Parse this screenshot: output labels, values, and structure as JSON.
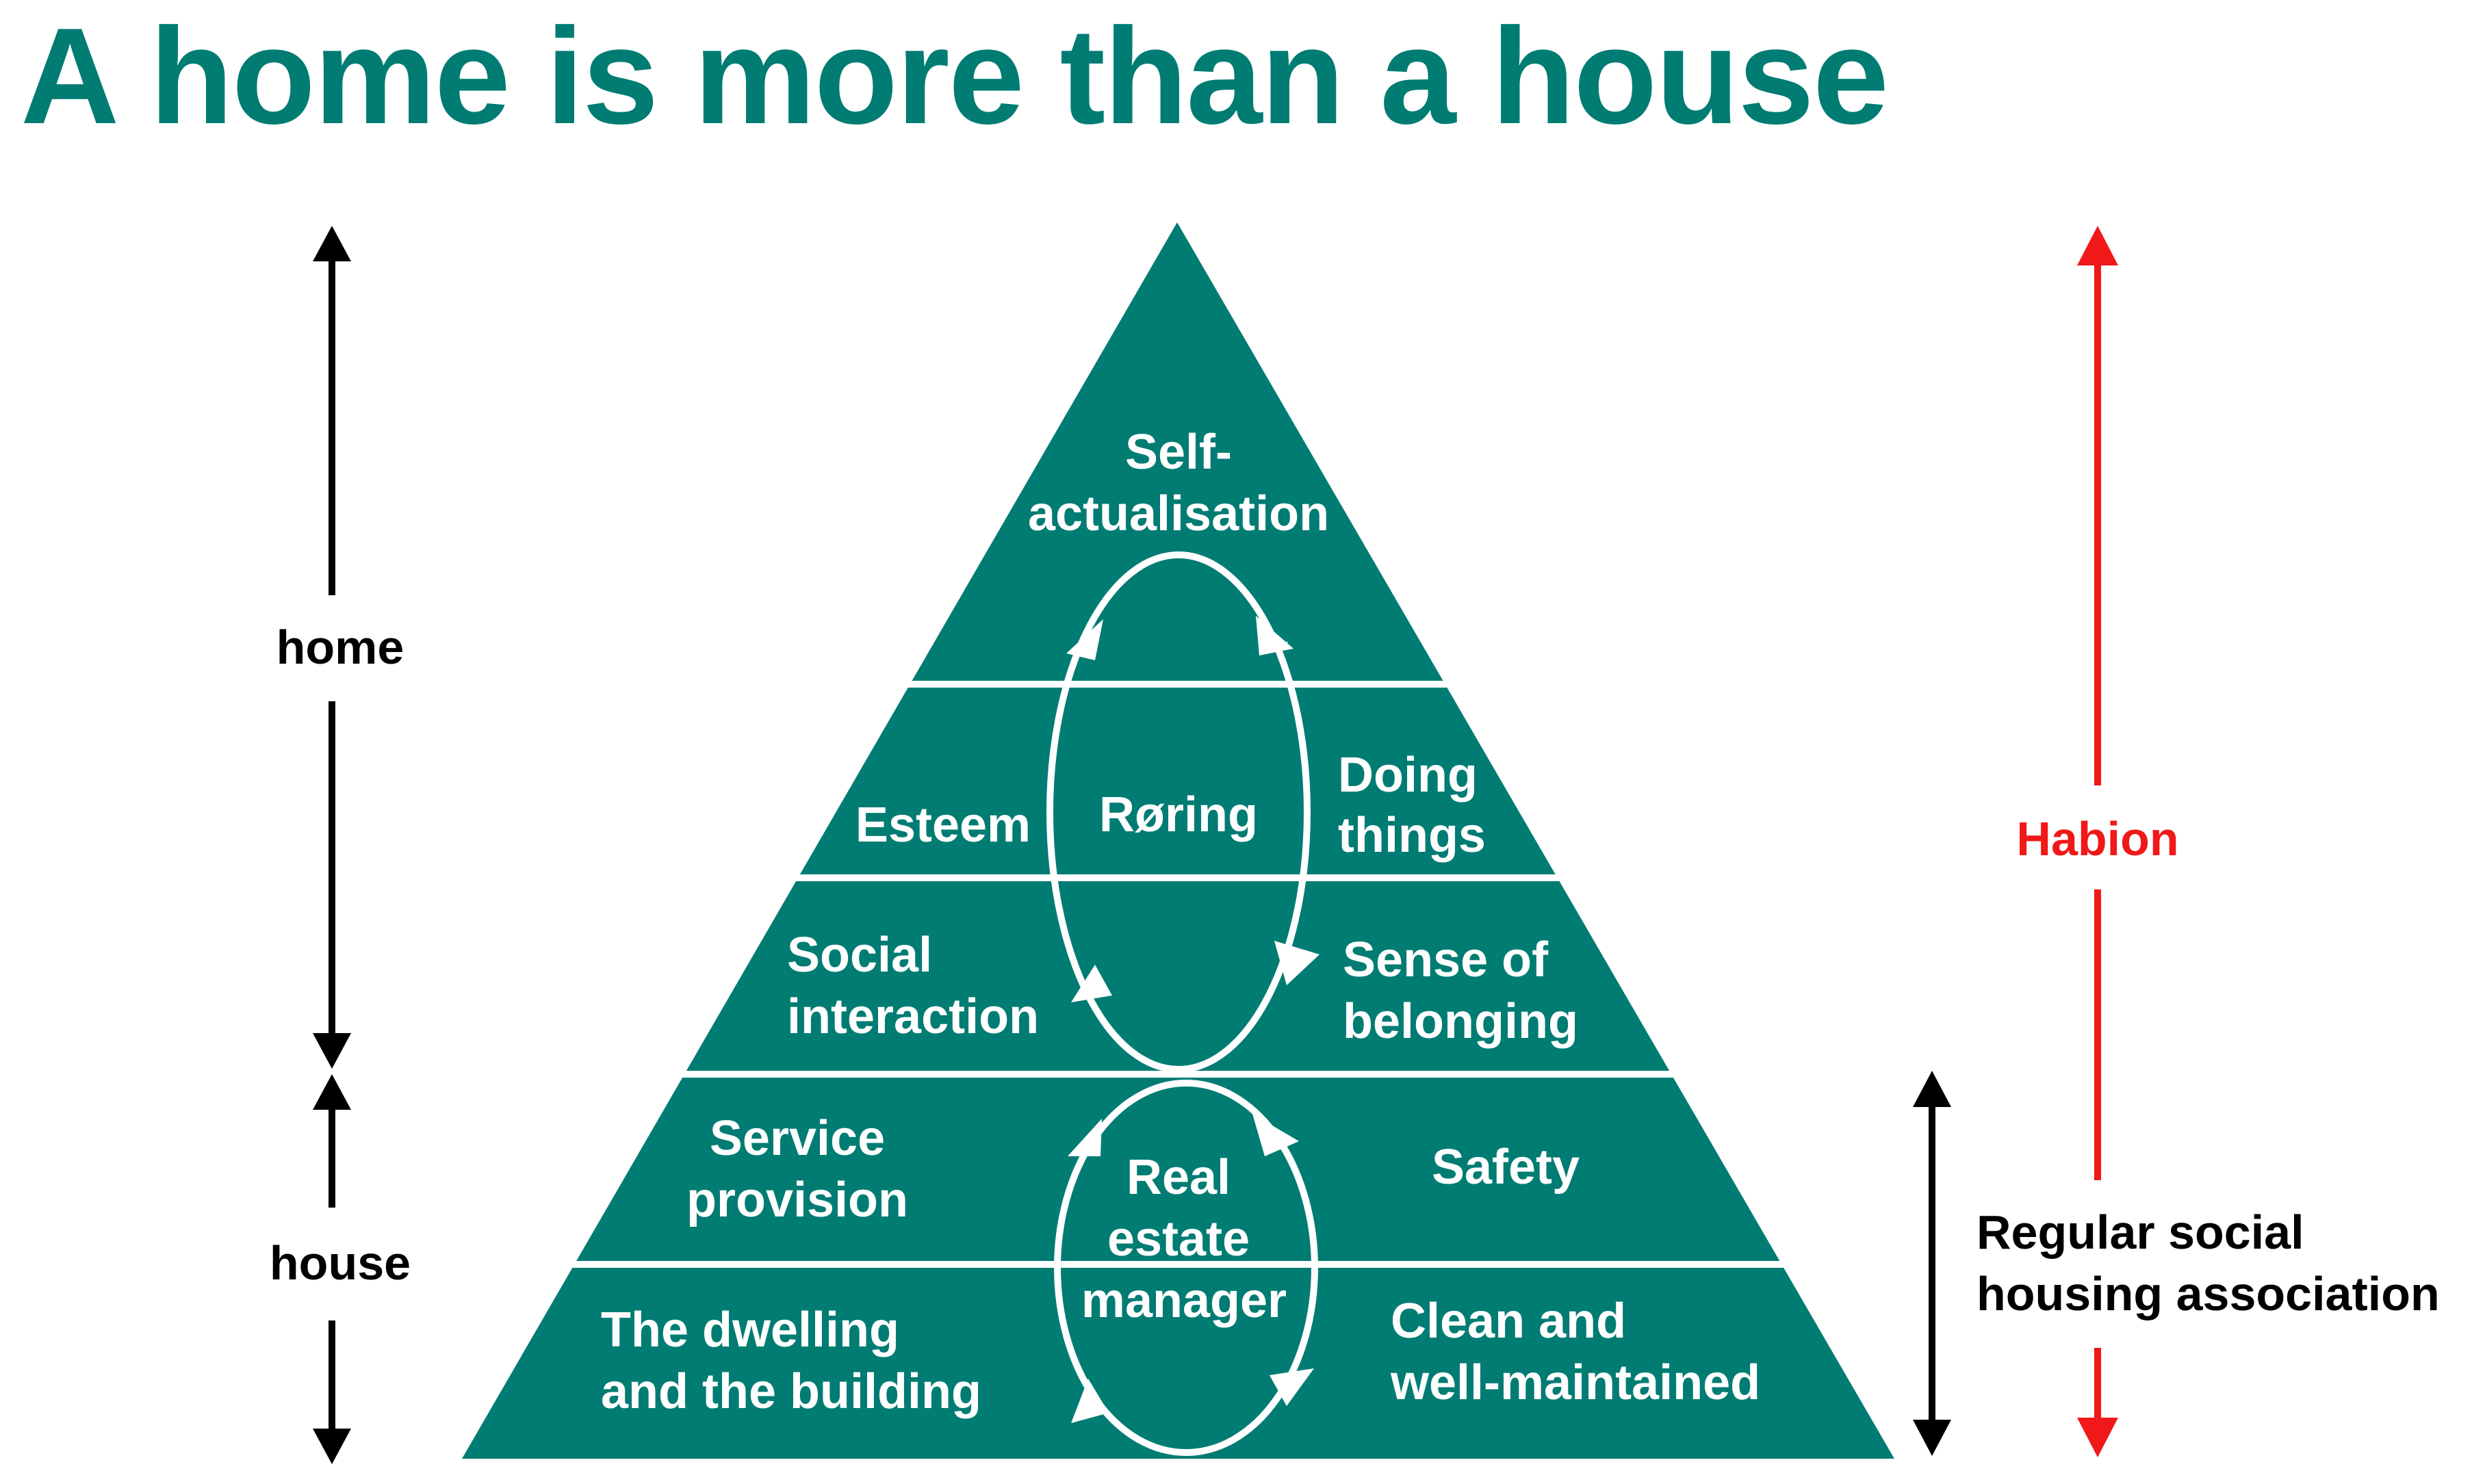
{
  "title": "A home is more than a house",
  "colors": {
    "teal": "#007c73",
    "white": "#ffffff",
    "black": "#000000",
    "red": "#f01818"
  },
  "left_axis": {
    "home_label": "home",
    "house_label": "house"
  },
  "right_axis": {
    "habion_label": "Habion",
    "regular_label_line1": "Regular social",
    "regular_label_line2": "housing association"
  },
  "pyramid": {
    "apex": {
      "line1": "Self-",
      "line2": "actualisation"
    },
    "tier2": {
      "left": "Esteem",
      "right_line1": "Doing",
      "right_line2": "things"
    },
    "tier3": {
      "left_line1": "Social",
      "left_line2": "interaction",
      "right_line1": "Sense of",
      "right_line2": "belonging"
    },
    "tier4": {
      "left_line1": "Service",
      "left_line2": "provision",
      "right": "Safety"
    },
    "tier5": {
      "left_line1": "The dwelling",
      "left_line2": "and the building",
      "right_line1": "Clean and",
      "right_line2": "well-maintained"
    },
    "upper_cycle": {
      "label": "Røring"
    },
    "lower_cycle": {
      "line1": "Real",
      "line2": "estate",
      "line3": "manager"
    }
  }
}
